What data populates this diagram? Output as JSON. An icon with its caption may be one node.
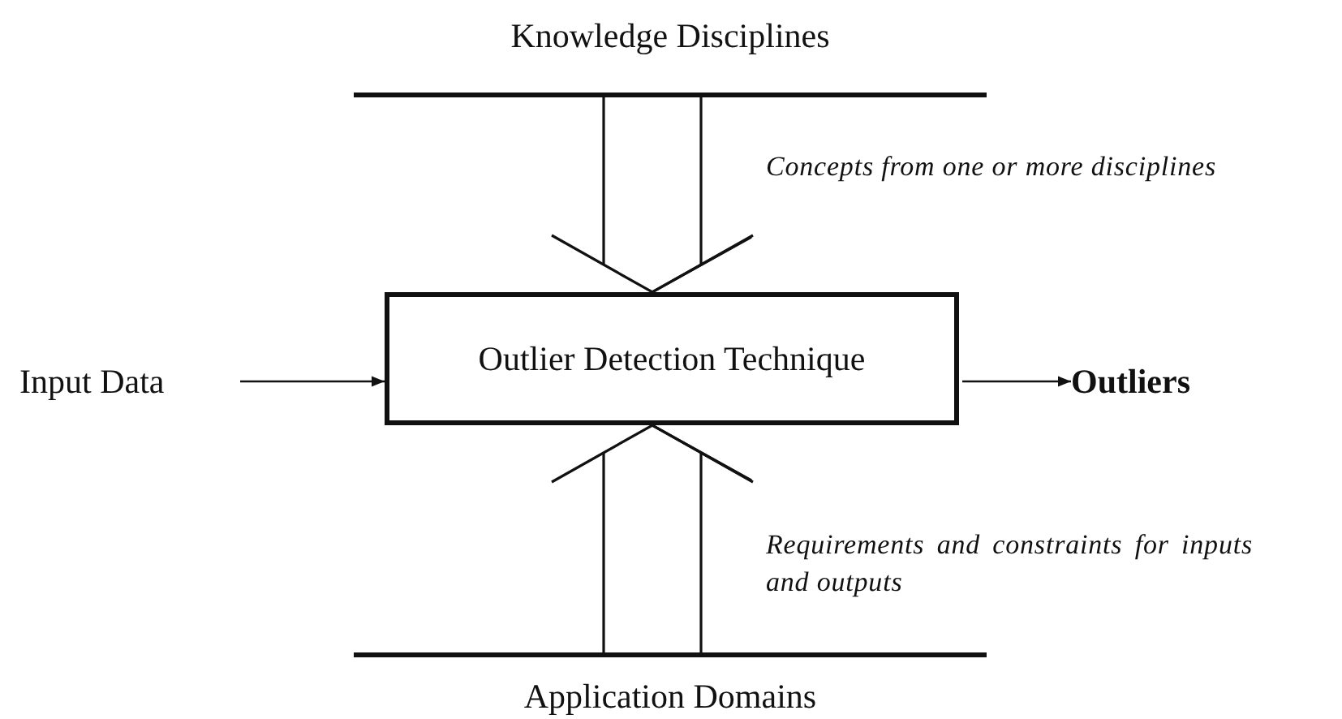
{
  "diagram": {
    "nodes": [
      {
        "text": [
          "Knowledge Disciplines"
        ]
      },
      {
        "text": [
          "Input Data"
        ]
      },
      {
        "text": [
          "Outlier Detection Technique"
        ]
      },
      {
        "text": [
          "Outliers"
        ]
      },
      {
        "text": [
          "Application Domains"
        ]
      }
    ],
    "edges": [
      {
        "from": 0,
        "to": 2,
        "arrow": "to",
        "label": "Concepts from one or more disciplines"
      },
      {
        "from": 1,
        "to": 2,
        "arrow": "to"
      },
      {
        "from": 2,
        "to": 3,
        "arrow": "to"
      },
      {
        "from": 4,
        "to": 2,
        "arrow": "to",
        "label": "Requirements and constraints for inputs and outputs"
      }
    ]
  }
}
